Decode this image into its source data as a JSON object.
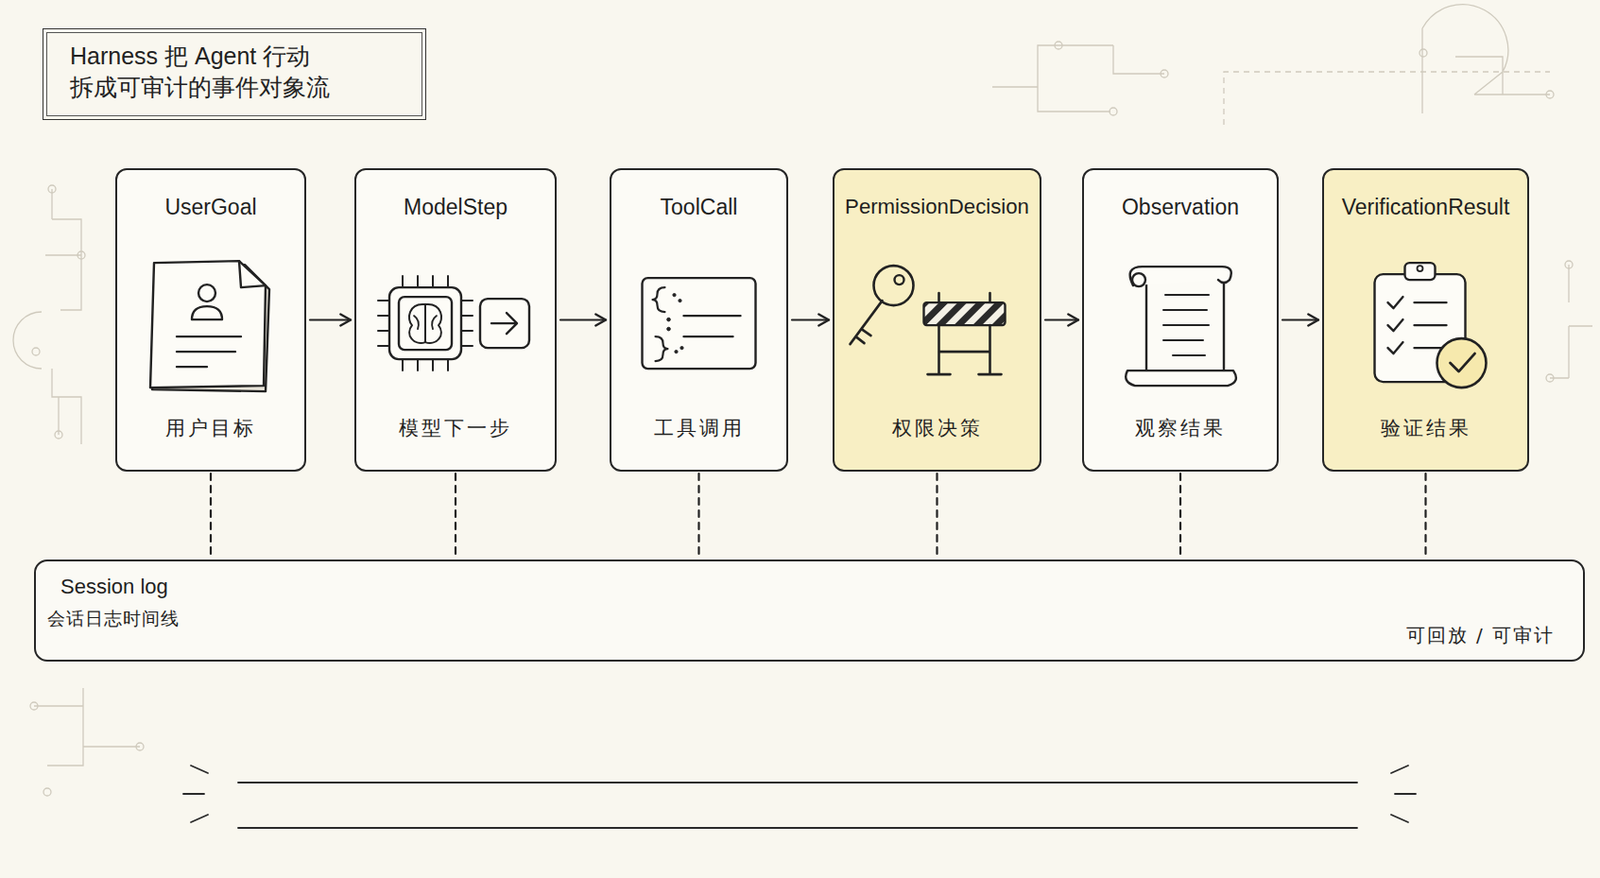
{
  "diagram": {
    "title": "Harness 把 Agent 行动 拆成可审计的事件对象流",
    "nodes": [
      {
        "text": [
          "UserGoal",
          "用户目标"
        ]
      },
      {
        "text": [
          "ModelStep",
          "模型下一步"
        ]
      },
      {
        "text": [
          "ToolCall",
          "工具调用"
        ]
      },
      {
        "text": [
          "PermissionDecision",
          "权限决策"
        ]
      },
      {
        "text": [
          "Observation",
          "观察结果"
        ]
      },
      {
        "text": [
          "VerificationResult",
          "验证结果"
        ]
      },
      {
        "text": [
          "Session log",
          "会话日志时间线",
          "可回放 / 可审计"
        ]
      }
    ],
    "edges": [
      {
        "from": 0,
        "to": 1,
        "arrow": "to"
      },
      {
        "from": 1,
        "to": 2,
        "arrow": "to"
      },
      {
        "from": 2,
        "to": 3,
        "arrow": "to"
      },
      {
        "from": 3,
        "to": 4,
        "arrow": "to"
      },
      {
        "from": 4,
        "to": 5,
        "arrow": "to"
      },
      {
        "from": 0,
        "to": 6,
        "arrow": "none"
      },
      {
        "from": 1,
        "to": 6,
        "arrow": "none"
      },
      {
        "from": 2,
        "to": 6,
        "arrow": "none"
      },
      {
        "from": 3,
        "to": 6,
        "arrow": "none"
      },
      {
        "from": 4,
        "to": 6,
        "arrow": "none"
      },
      {
        "from": 5,
        "to": 6,
        "arrow": "none"
      }
    ]
  }
}
